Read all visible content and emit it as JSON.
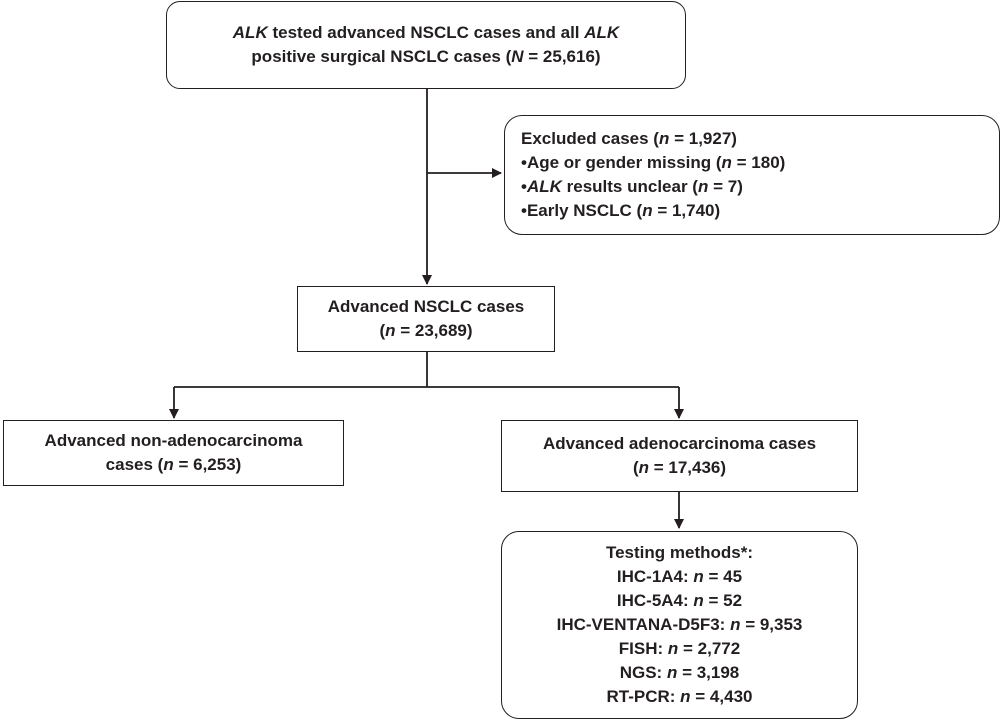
{
  "top": {
    "l1a": "ALK",
    "l1b": " tested advanced NSCLC cases and all ",
    "l1c": "ALK",
    "l2a": "positive surgical NSCLC cases (",
    "l2b": "N",
    "l2c": " = 25,616)"
  },
  "excluded": {
    "h1": "Excluded cases (",
    "h2": "n",
    "h3": " = 1,927)",
    "a1": "•Age or gender missing (",
    "a2": "n",
    "a3": " = 180)",
    "b1": "•",
    "b2": "ALK",
    "b3": " results unclear (",
    "b4": "n",
    "b5": " = 7)",
    "c1": "•Early NSCLC (",
    "c2": "n",
    "c3": " = 1,740)"
  },
  "advanced": {
    "l1": "Advanced NSCLC cases",
    "l2a": "(",
    "l2b": "n",
    "l2c": " = 23,689)"
  },
  "nonadeno": {
    "l1": "Advanced non-adenocarcinoma",
    "l2a": "cases (",
    "l2b": "n",
    "l2c": " = 6,253)"
  },
  "adeno": {
    "l1": "Advanced adenocarcinoma cases",
    "l2a": "(",
    "l2b": "n",
    "l2c": " = 17,436)"
  },
  "methods": {
    "title": "Testing methods*:",
    "items": [
      {
        "name": "IHC-1A4: ",
        "n": "n",
        "val": " = 45"
      },
      {
        "name": "IHC-5A4: ",
        "n": "n",
        "val": " = 52"
      },
      {
        "name": "IHC-VENTANA-D5F3: ",
        "n": "n",
        "val": " = 9,353"
      },
      {
        "name": "FISH: ",
        "n": "n",
        "val": " = 2,772"
      },
      {
        "name": "NGS: ",
        "n": "n",
        "val": " = 3,198"
      },
      {
        "name": "RT-PCR: ",
        "n": "n",
        "val": " = 4,430"
      }
    ]
  }
}
